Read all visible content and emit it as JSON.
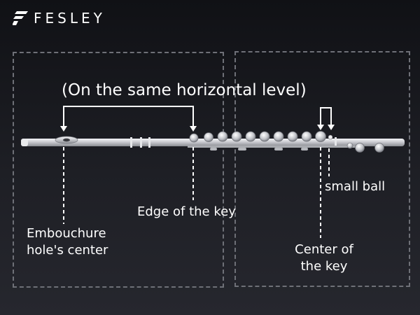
{
  "brand": {
    "name": "FESLEY"
  },
  "diagram": {
    "title": "(On the same horizontal level)",
    "labels": {
      "edge_of_key": "Edge of the key",
      "small_ball": "small ball",
      "embouchure_line1": "Embouchure",
      "embouchure_line2": "hole's center",
      "center_line1": "Center of",
      "center_line2": "the key"
    },
    "colors": {
      "background": "#1c1d22",
      "text": "#ffffff",
      "panel_border": "#6e7077",
      "flute_silver": "#d9dadd"
    },
    "icons": [
      "fesley-logo-icon",
      "flute-image"
    ]
  }
}
